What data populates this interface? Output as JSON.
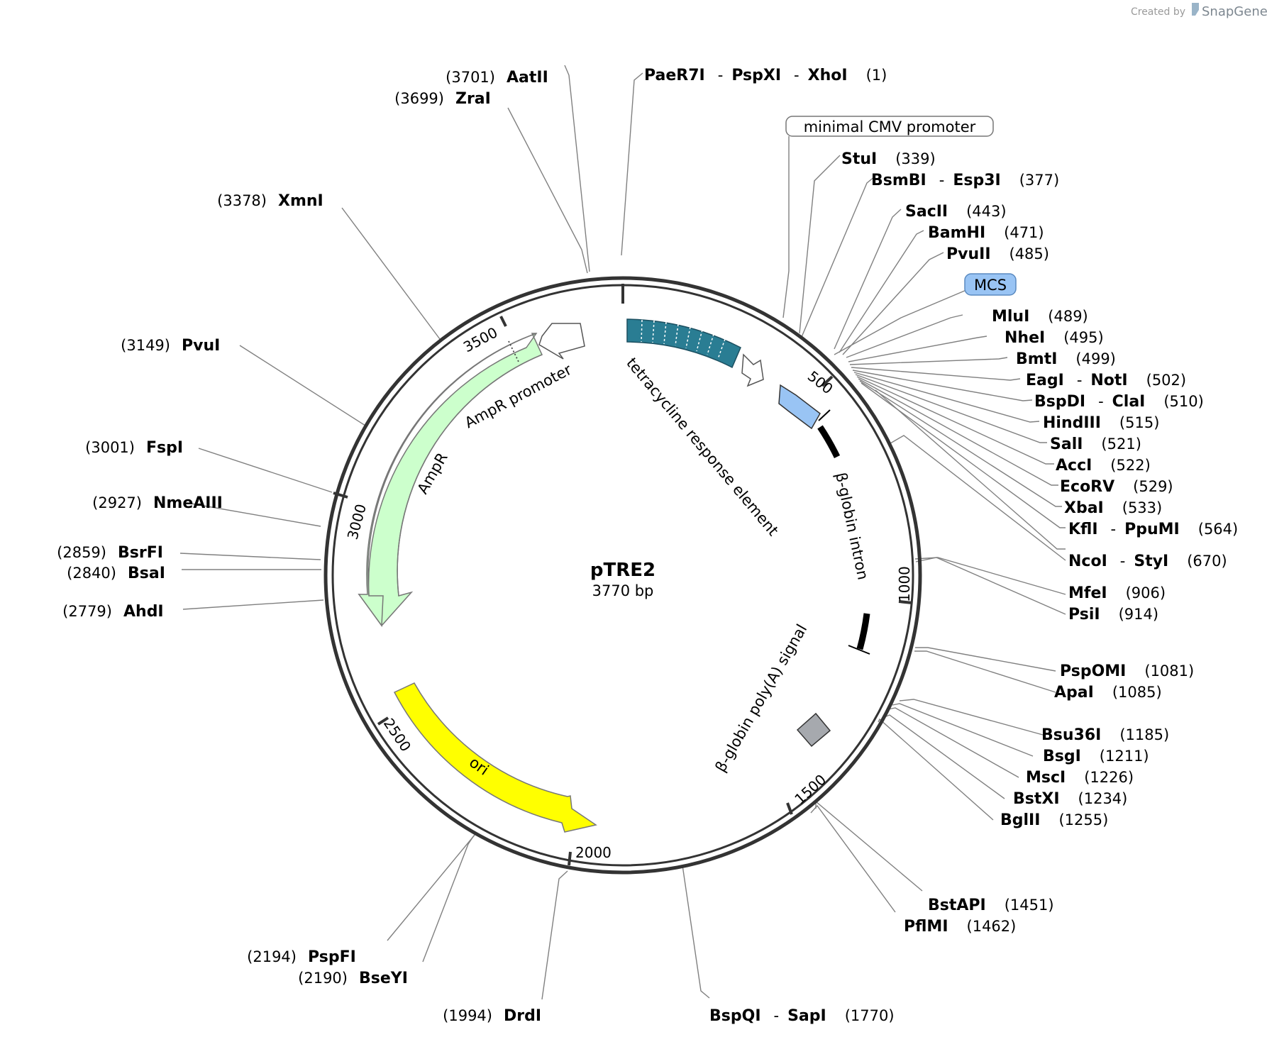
{
  "credit": {
    "prefix": "Created by",
    "brand": "SnapGene"
  },
  "plasmid": {
    "name": "pTRE2",
    "length_label": "3770 bp"
  },
  "ticks": [
    "500",
    "1000",
    "1500",
    "2000",
    "2500",
    "3000",
    "3500"
  ],
  "features": {
    "tre": "tetracycline response element",
    "globin_intron": "β-globin intron",
    "polya": "β-globin poly(A) signal",
    "ori": "ori",
    "ampr": "AmpR",
    "ampr_promoter": "AmpR promoter",
    "cmv_box": "minimal CMV promoter",
    "mcs_box": "MCS"
  },
  "sites_right": [
    {
      "parts": [
        "PaeR7I",
        "-",
        "PspXI",
        "-",
        "XhoI"
      ],
      "pos": "(1)"
    },
    {
      "parts": [
        "StuI"
      ],
      "pos": "(339)"
    },
    {
      "parts": [
        "BsmBI",
        "-",
        "Esp3I"
      ],
      "pos": "(377)"
    },
    {
      "parts": [
        "SacII"
      ],
      "pos": "(443)"
    },
    {
      "parts": [
        "BamHI"
      ],
      "pos": "(471)"
    },
    {
      "parts": [
        "PvuII"
      ],
      "pos": "(485)"
    },
    {
      "parts": [
        "MluI"
      ],
      "pos": "(489)"
    },
    {
      "parts": [
        "NheI"
      ],
      "pos": "(495)"
    },
    {
      "parts": [
        "BmtI"
      ],
      "pos": "(499)"
    },
    {
      "parts": [
        "EagI",
        "-",
        "NotI"
      ],
      "pos": "(502)"
    },
    {
      "parts": [
        "BspDI",
        "-",
        "ClaI"
      ],
      "pos": "(510)"
    },
    {
      "parts": [
        "HindIII"
      ],
      "pos": "(515)"
    },
    {
      "parts": [
        "SalI"
      ],
      "pos": "(521)"
    },
    {
      "parts": [
        "AccI"
      ],
      "pos": "(522)"
    },
    {
      "parts": [
        "EcoRV"
      ],
      "pos": "(529)"
    },
    {
      "parts": [
        "XbaI"
      ],
      "pos": "(533)"
    },
    {
      "parts": [
        "KflI",
        "-",
        "PpuMI"
      ],
      "pos": "(564)"
    },
    {
      "parts": [
        "NcoI",
        "-",
        "StyI"
      ],
      "pos": "(670)"
    },
    {
      "parts": [
        "MfeI"
      ],
      "pos": "(906)"
    },
    {
      "parts": [
        "PsiI"
      ],
      "pos": "(914)"
    },
    {
      "parts": [
        "PspOMI"
      ],
      "pos": "(1081)"
    },
    {
      "parts": [
        "ApaI"
      ],
      "pos": "(1085)"
    },
    {
      "parts": [
        "Bsu36I"
      ],
      "pos": "(1185)"
    },
    {
      "parts": [
        "BsgI"
      ],
      "pos": "(1211)"
    },
    {
      "parts": [
        "MscI"
      ],
      "pos": "(1226)"
    },
    {
      "parts": [
        "BstXI"
      ],
      "pos": "(1234)"
    },
    {
      "parts": [
        "BglII"
      ],
      "pos": "(1255)"
    },
    {
      "parts": [
        "BstAPI"
      ],
      "pos": "(1451)"
    },
    {
      "parts": [
        "PflMI"
      ],
      "pos": "(1462)"
    },
    {
      "parts": [
        "BspQI",
        "-",
        "SapI"
      ],
      "pos": "(1770)"
    }
  ],
  "sites_left": [
    {
      "name": "AatII",
      "pos": "(3701)"
    },
    {
      "name": "ZraI",
      "pos": "(3699)"
    },
    {
      "name": "XmnI",
      "pos": "(3378)"
    },
    {
      "name": "PvuI",
      "pos": "(3149)"
    },
    {
      "name": "FspI",
      "pos": "(3001)"
    },
    {
      "name": "NmeAIII",
      "pos": "(2927)"
    },
    {
      "name": "BsrFI",
      "pos": "(2859)"
    },
    {
      "name": "BsaI",
      "pos": "(2840)"
    },
    {
      "name": "AhdI",
      "pos": "(2779)"
    },
    {
      "name": "PspFI",
      "pos": "(2194)"
    },
    {
      "name": "BseYI",
      "pos": "(2190)"
    },
    {
      "name": "DrdI",
      "pos": "(1994)"
    }
  ]
}
